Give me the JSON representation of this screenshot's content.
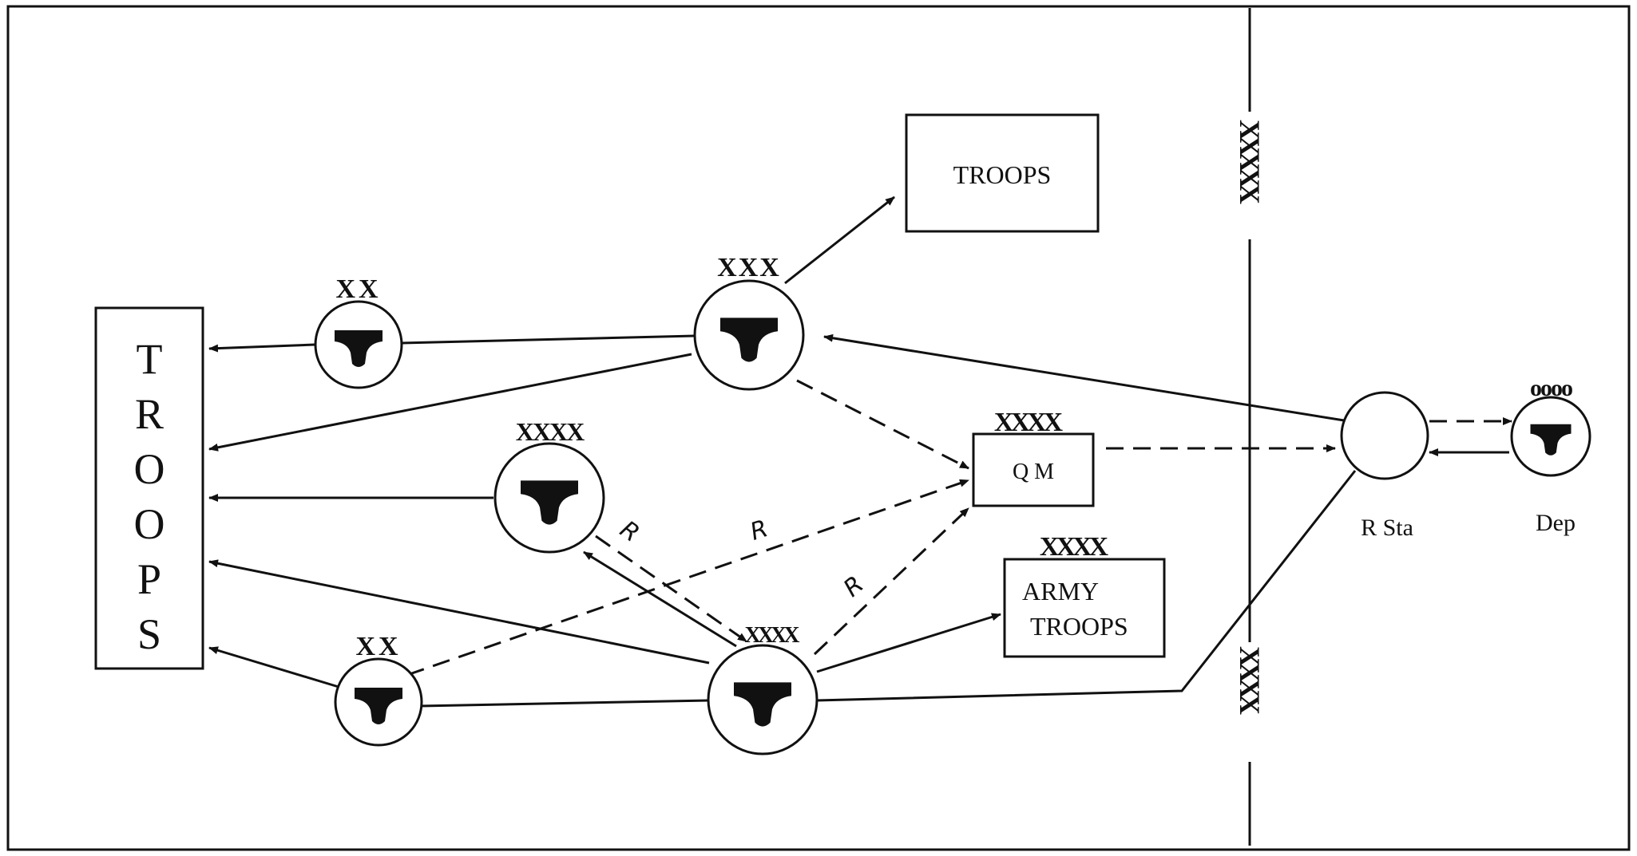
{
  "diagram": {
    "troops_main": [
      "T",
      "R",
      "O",
      "O",
      "P",
      "S"
    ],
    "troops_top": "TROOPS",
    "qm": "Q M",
    "army_troops_line1": "ARMY",
    "army_troops_line2": "TROOPS",
    "r_sta": "R Sta",
    "dep": "Dep",
    "route_label": "R",
    "echelon": {
      "corps": "XXX",
      "division": "XX",
      "army": "XXXX",
      "army_group": "XXXXX",
      "dep": "oooo"
    },
    "colors": {
      "ink": "#111111",
      "paper": "#ffffff"
    }
  }
}
